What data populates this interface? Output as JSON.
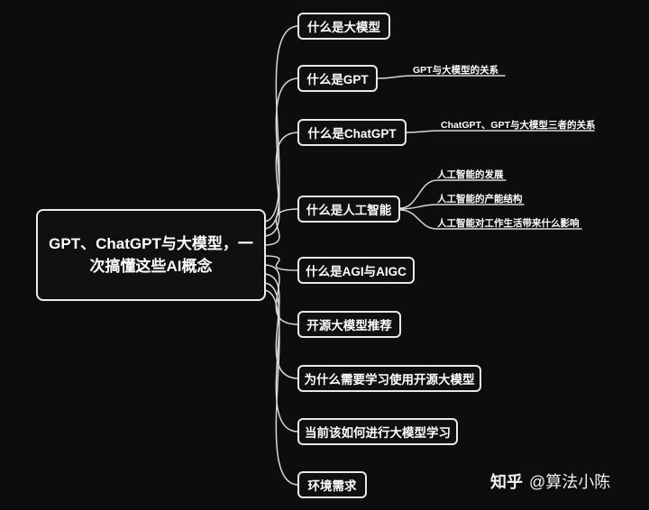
{
  "colors": {
    "background": "#0d0d0d",
    "node_border": "#e8e8e8",
    "text": "#ffffff",
    "connector": "#d9d9d9"
  },
  "root": {
    "label": "GPT、ChatGPT与大模型，一次搞懂这些AI概念"
  },
  "branches": [
    {
      "label": "什么是大模型",
      "children": []
    },
    {
      "label": "什么是GPT",
      "children": [
        "GPT与大模型的关系"
      ]
    },
    {
      "label": "什么是ChatGPT",
      "children": [
        "ChatGPT、GPT与大模型三者的关系"
      ]
    },
    {
      "label": "什么是人工智能",
      "children": [
        "人工智能的发展",
        "人工智能的产能结构",
        "人工智能对工作生活带来什么影响"
      ]
    },
    {
      "label": "什么是AGI与AIGC",
      "children": []
    },
    {
      "label": "开源大模型推荐",
      "children": []
    },
    {
      "label": "为什么需要学习使用开源大模型",
      "children": []
    },
    {
      "label": "当前该如何进行大模型学习",
      "children": []
    },
    {
      "label": "环境需求",
      "children": []
    }
  ],
  "watermark": {
    "brand": "知乎",
    "handle": "@算法小陈"
  }
}
